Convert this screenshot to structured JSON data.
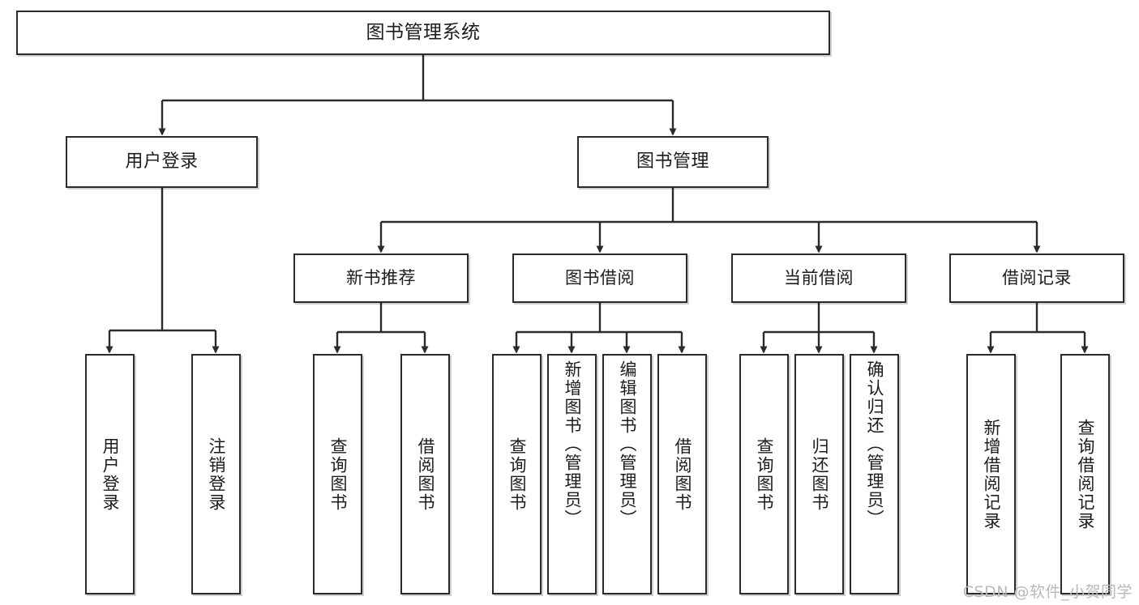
{
  "diagram": {
    "title": "图书管理系统",
    "type": "tree-hierarchy-diagram",
    "watermark": "CSDN @软件_小贺同学",
    "colors": {
      "border": "#2b2b2b",
      "fill": "#ffffff",
      "text": "#1c1c1c",
      "edge": "#2b2b2b",
      "watermark": "#b9b9b9"
    },
    "root": {
      "label": "图书管理系统"
    },
    "level2": [
      {
        "label": "用户登录"
      },
      {
        "label": "图书管理"
      }
    ],
    "level3": [
      {
        "label": "新书推荐"
      },
      {
        "label": "图书借阅"
      },
      {
        "label": "当前借阅"
      },
      {
        "label": "借阅记录"
      }
    ],
    "leaves": {
      "user_login": [
        {
          "label": "用户登录"
        },
        {
          "label": "注销登录"
        }
      ],
      "new_book_recommend": [
        {
          "label": "查询图书"
        },
        {
          "label": "借阅图书"
        }
      ],
      "book_borrow": [
        {
          "label": "查询图书"
        },
        {
          "label": "新增图书（管理员）"
        },
        {
          "label": "编辑图书（管理员）"
        },
        {
          "label": "借阅图书"
        }
      ],
      "current_borrow": [
        {
          "label": "查询图书"
        },
        {
          "label": "归还图书"
        },
        {
          "label": "确认归还（管理员）"
        }
      ],
      "borrow_record": [
        {
          "label": "新增借阅记录"
        },
        {
          "label": "查询借阅记录"
        }
      ]
    }
  }
}
